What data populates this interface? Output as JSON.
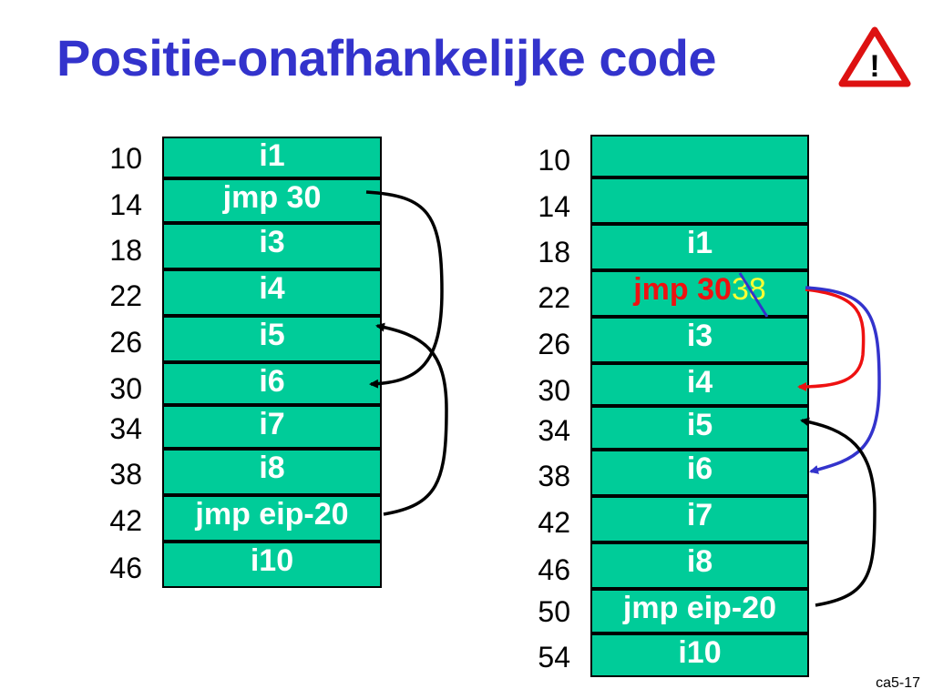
{
  "title": "Positie-onafhankelijke code",
  "footer": "ca5-17",
  "icon": "warning-triangle-icon",
  "icon_text": "!",
  "colors": {
    "title": "#3333cc",
    "cell_fill": "#00cc99",
    "arrow_red": "#ee1111",
    "arrow_blue": "#3333cc",
    "patched_text": "#ee1111",
    "new_value": "#ffff33"
  },
  "left_memory": {
    "addresses": [
      "10",
      "14",
      "18",
      "22",
      "26",
      "30",
      "34",
      "38",
      "42",
      "46"
    ],
    "cells": [
      "i1",
      "jmp 30",
      "i3",
      "i4",
      "i5",
      "i6",
      "i7",
      "i8",
      "jmp eip-20",
      "i10"
    ]
  },
  "right_memory": {
    "addresses": [
      "10",
      "14",
      "18",
      "22",
      "26",
      "30",
      "34",
      "38",
      "42",
      "46",
      "50",
      "54"
    ],
    "cells": [
      "",
      "",
      "i1",
      "jmp 30",
      "i3",
      "i4",
      "i5",
      "i6",
      "i7",
      "i8",
      "jmp eip-20",
      "i10"
    ],
    "patch": {
      "old": "jmp 30",
      "new": "38"
    }
  }
}
